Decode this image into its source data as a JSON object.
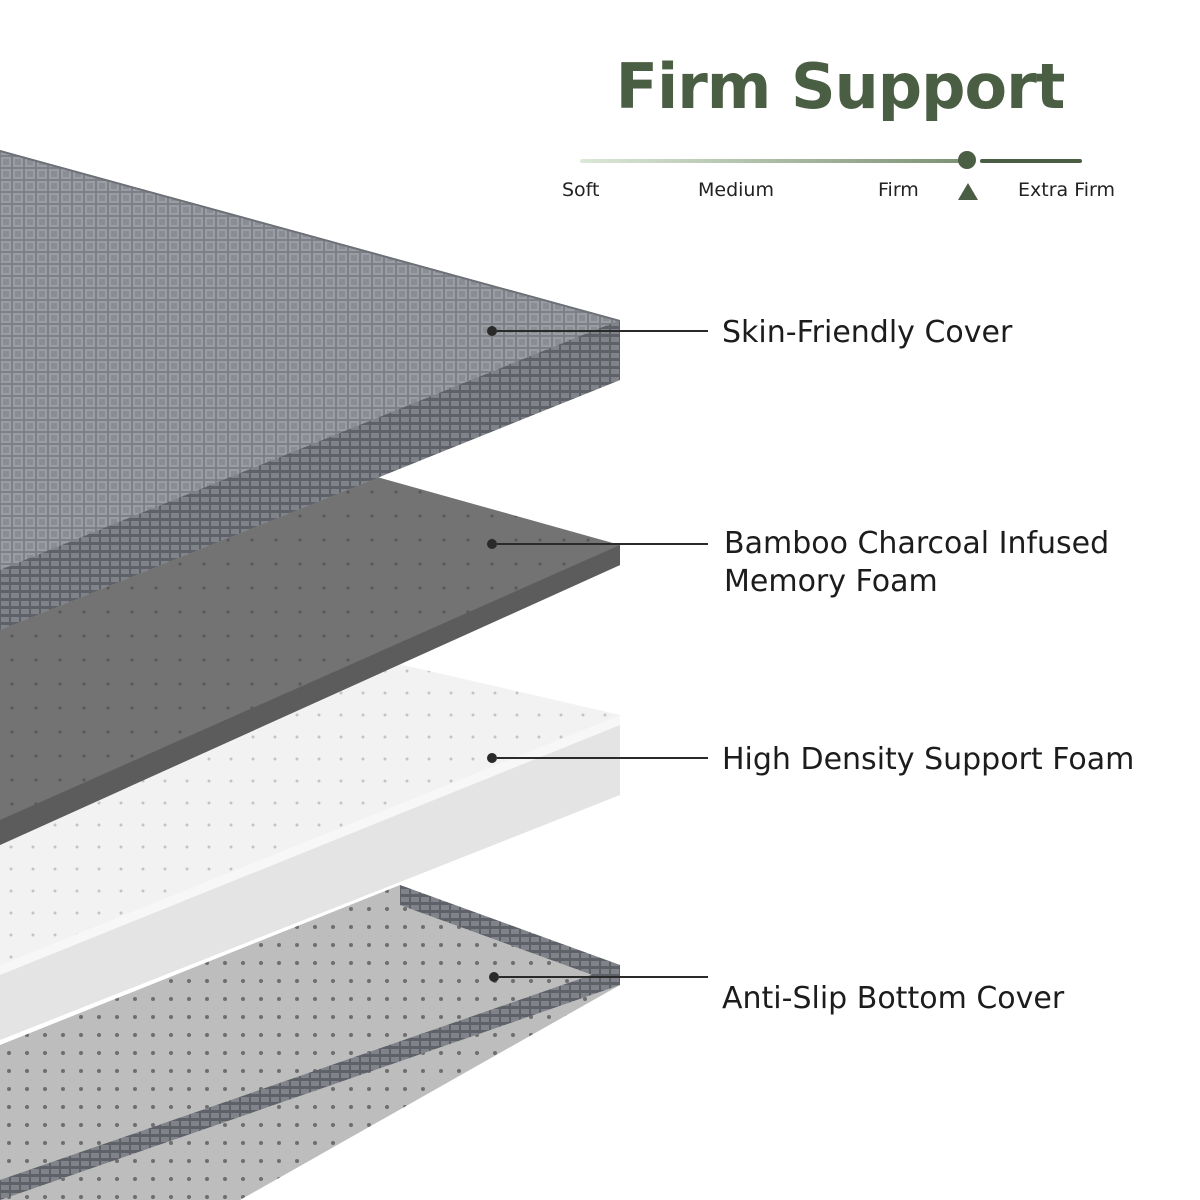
{
  "title": "Firm Support",
  "firmness_scale": {
    "levels": [
      "Soft",
      "Medium",
      "Firm",
      "Extra Firm"
    ],
    "selected_position": "between Firm and Extra Firm",
    "accent_color": "#4a5e44"
  },
  "layers": [
    {
      "label": "Skin-Friendly Cover"
    },
    {
      "label": "Bamboo Charcoal Infused",
      "label_line2": "Memory Foam"
    },
    {
      "label": "High Density Support Foam"
    },
    {
      "label": "Anti-Slip Bottom Cover"
    }
  ]
}
